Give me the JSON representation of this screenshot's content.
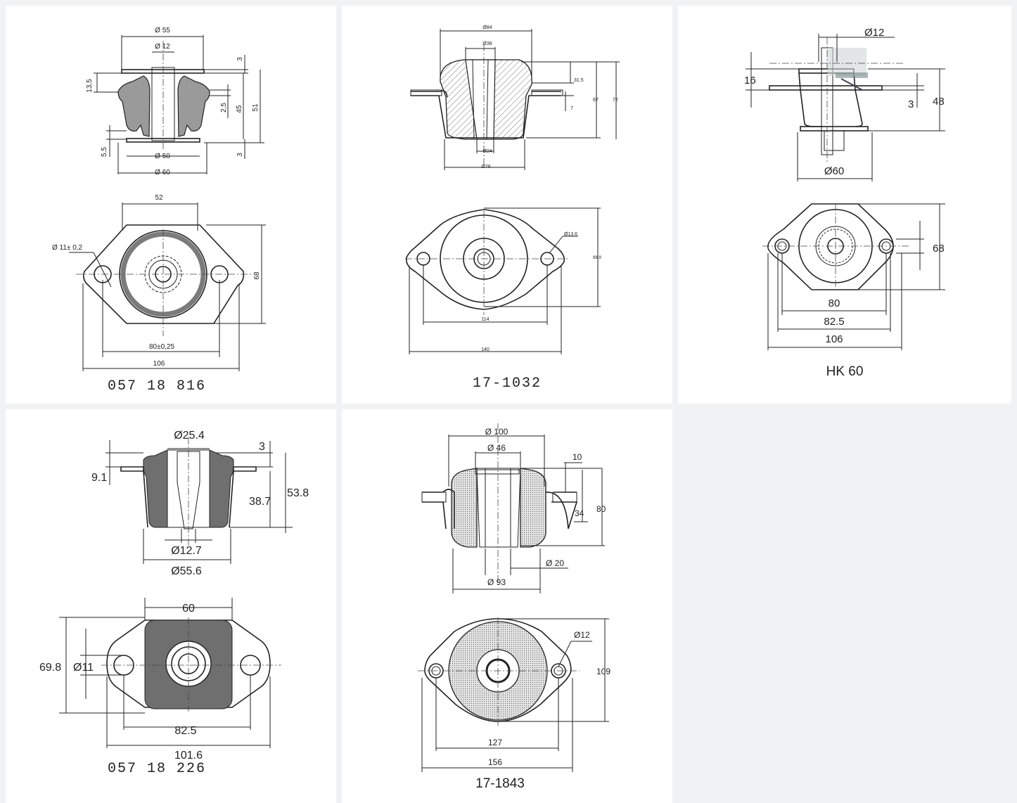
{
  "cards": [
    {
      "caption": "057 18 816",
      "dims": {
        "d55": "Ø 55",
        "d12": "Ø 12",
        "d50": "Ø 50",
        "d60": "Ø 60",
        "h135": "13,5",
        "h25": "2,5",
        "h45": "45",
        "h51": "51",
        "h3a": "3",
        "h3b": "3",
        "h55": "5,5",
        "w52": "52",
        "w80": "80±0,25",
        "w106": "106",
        "h68": "68",
        "hole": "Ø  11± 0,2"
      }
    },
    {
      "caption": "17-1032",
      "dims": {
        "d84": "Ø84",
        "d38": "Ø38",
        "d24": "Ø24",
        "d76": "Ø76",
        "h315": "31.5",
        "h67": "67",
        "h72": "72",
        "h7": "7",
        "d136": "Ø13.6",
        "h889": "88.9",
        "w114": "114",
        "w140": "140"
      }
    },
    {
      "caption": "HK 60",
      "dims": {
        "d12": "Ø12",
        "h16": "16",
        "h3": "3",
        "h48": "48",
        "d60": "Ø60",
        "h68": "68",
        "w80": "80",
        "w825": "82.5",
        "w106": "106"
      }
    },
    {
      "caption": "057 18 226",
      "dims": {
        "d254": "Ø25.4",
        "h3": "3",
        "h91": "9.1",
        "h387": "38.7",
        "h538": "53.8",
        "d127": "Ø12.7",
        "d556": "Ø55.6",
        "w60": "60",
        "h698": "69.8",
        "d11": "Ø11",
        "w825": "82.5",
        "w1016": "101.6"
      }
    },
    {
      "caption": "17-1843",
      "dims": {
        "d100": "Ø 100",
        "d46": "Ø 46",
        "h10": "10",
        "h80": "80",
        "h34": "34",
        "d20": "Ø 20",
        "d93": "Ø 93",
        "d12": "Ø12",
        "h109": "109",
        "w127": "127",
        "w156": "156"
      }
    }
  ]
}
